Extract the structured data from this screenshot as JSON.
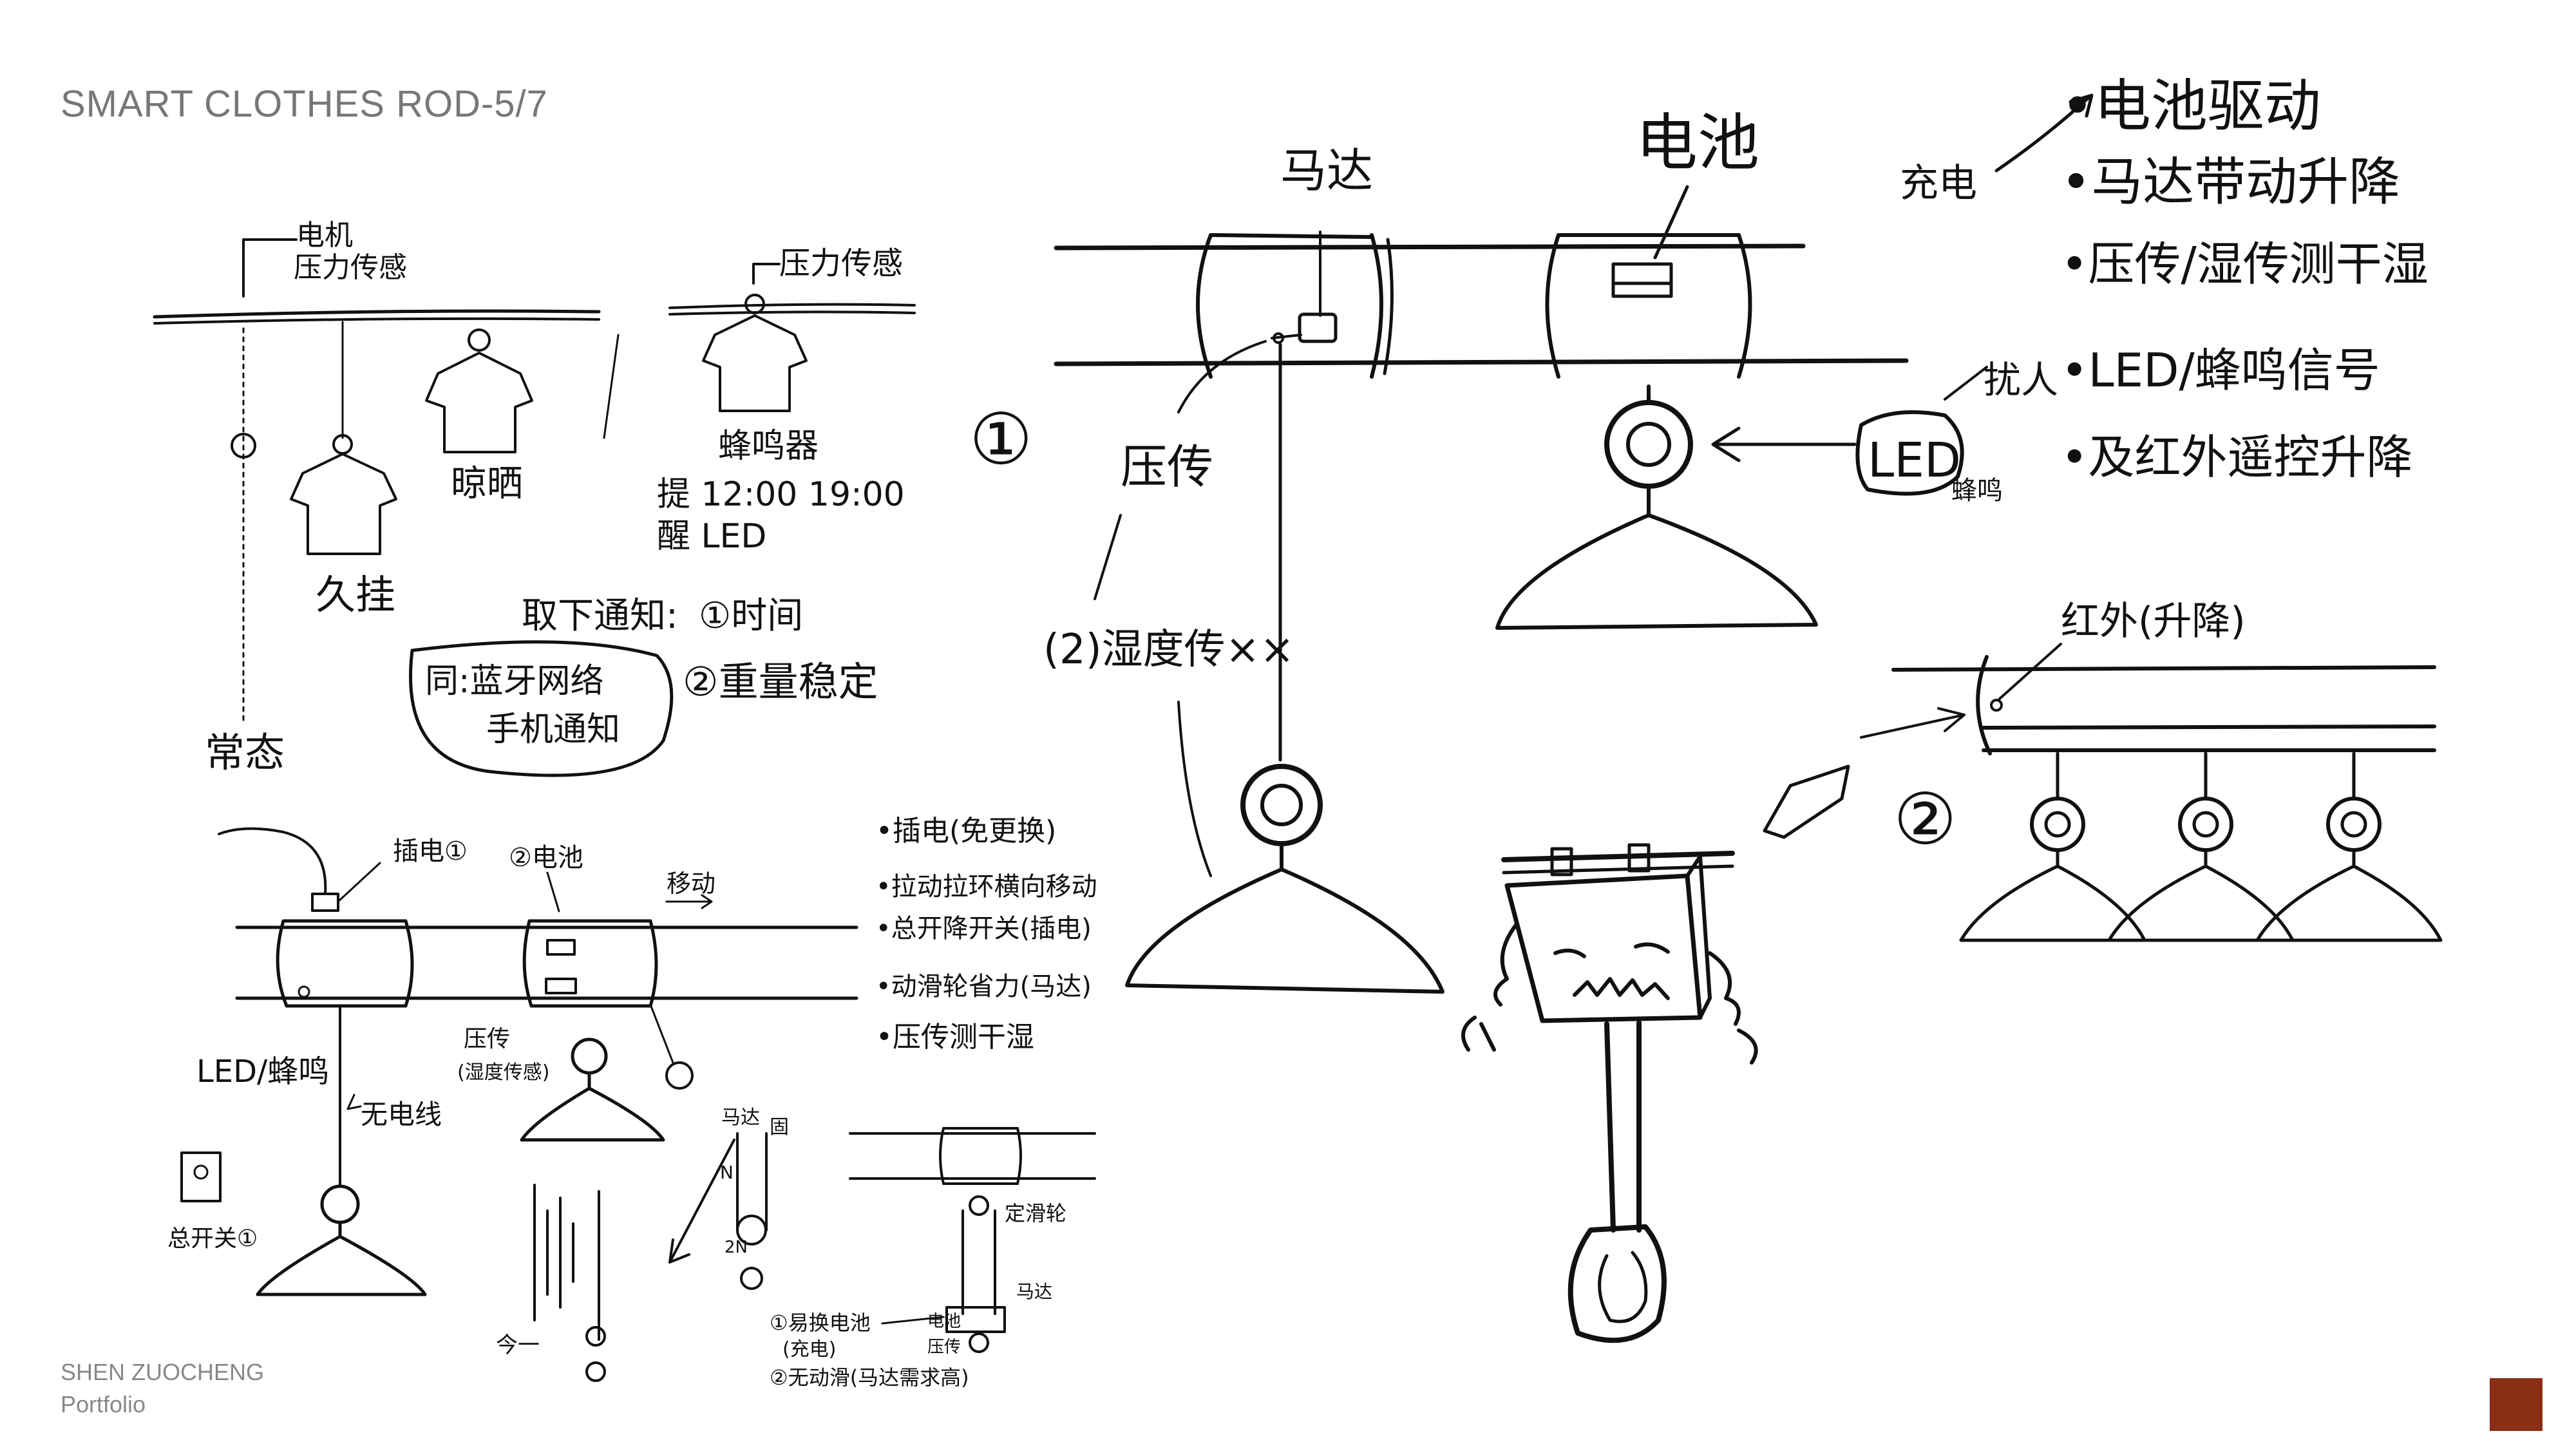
{
  "header": {
    "title": "SMART CLOTHES ROD-5/7"
  },
  "footer": {
    "name": "SHEN ZUOCHENG",
    "subtitle": "Portfolio"
  },
  "colors": {
    "brand": "#8B2E16",
    "ink": "#111111",
    "header_text": "#777777"
  },
  "sketch_a": {
    "label_motor_sensor": "电机\n压力传感",
    "label_pressure_sensor": "压力传感",
    "label_long_hang": "久挂",
    "label_sunning": "晾晒",
    "label_buzzer": "蜂鸣器",
    "label_remind": "提 12:00 19:00",
    "label_remind2": "醒 LED",
    "label_normal": "常态",
    "label_notify_title": "取下通知:",
    "label_notify_time": "①时间",
    "label_notify_weight": "②重量稳定",
    "label_bubble_line1": "同:蓝牙网络",
    "label_bubble_line2": "手机通知"
  },
  "sketch_b": {
    "label_plug": "插电①",
    "label_battery": "②电池",
    "label_move": "移动",
    "label_led_buzzer": "LED/蜂鸣",
    "label_wireless": "无电线",
    "label_pressure_humidity": "压传\n(湿度传感)",
    "label_main_switch": "总开关①",
    "label_pulley": "定滑轮",
    "label_motor_small": "马达",
    "label_fixed": "固",
    "label_force_n": "N",
    "label_force_2n": "2N",
    "label_option1": "①易换电池\n(充电)",
    "label_option2": "②无动滑(马达需求高)",
    "label_motor_bottom": "马达",
    "label_pressure_small": "压传",
    "label_battery_small": "电池"
  },
  "notes_left": [
    "•插电(免更换)",
    "•拉动拉环横向移动",
    "•总开降开关(插电)",
    "•动滑轮省力(马达)",
    "•压传测干湿"
  ],
  "sketch_main": {
    "label_motor": "马达",
    "label_battery": "电池",
    "label_pressure": "压传",
    "label_humidity": "(2)湿度传××",
    "label_circle_one": "①",
    "label_circle_two": "②",
    "label_led": "LED",
    "label_buzz": "蜂鸣",
    "label_disturb": "扰人",
    "label_charge": "充电",
    "label_infrared": "红外(升降)"
  },
  "notes_right": [
    "•电池驱动",
    "•马达带动升降",
    "•压传/湿传测干湿",
    "•LED/蜂鸣信号",
    "•及红外遥控升降"
  ]
}
